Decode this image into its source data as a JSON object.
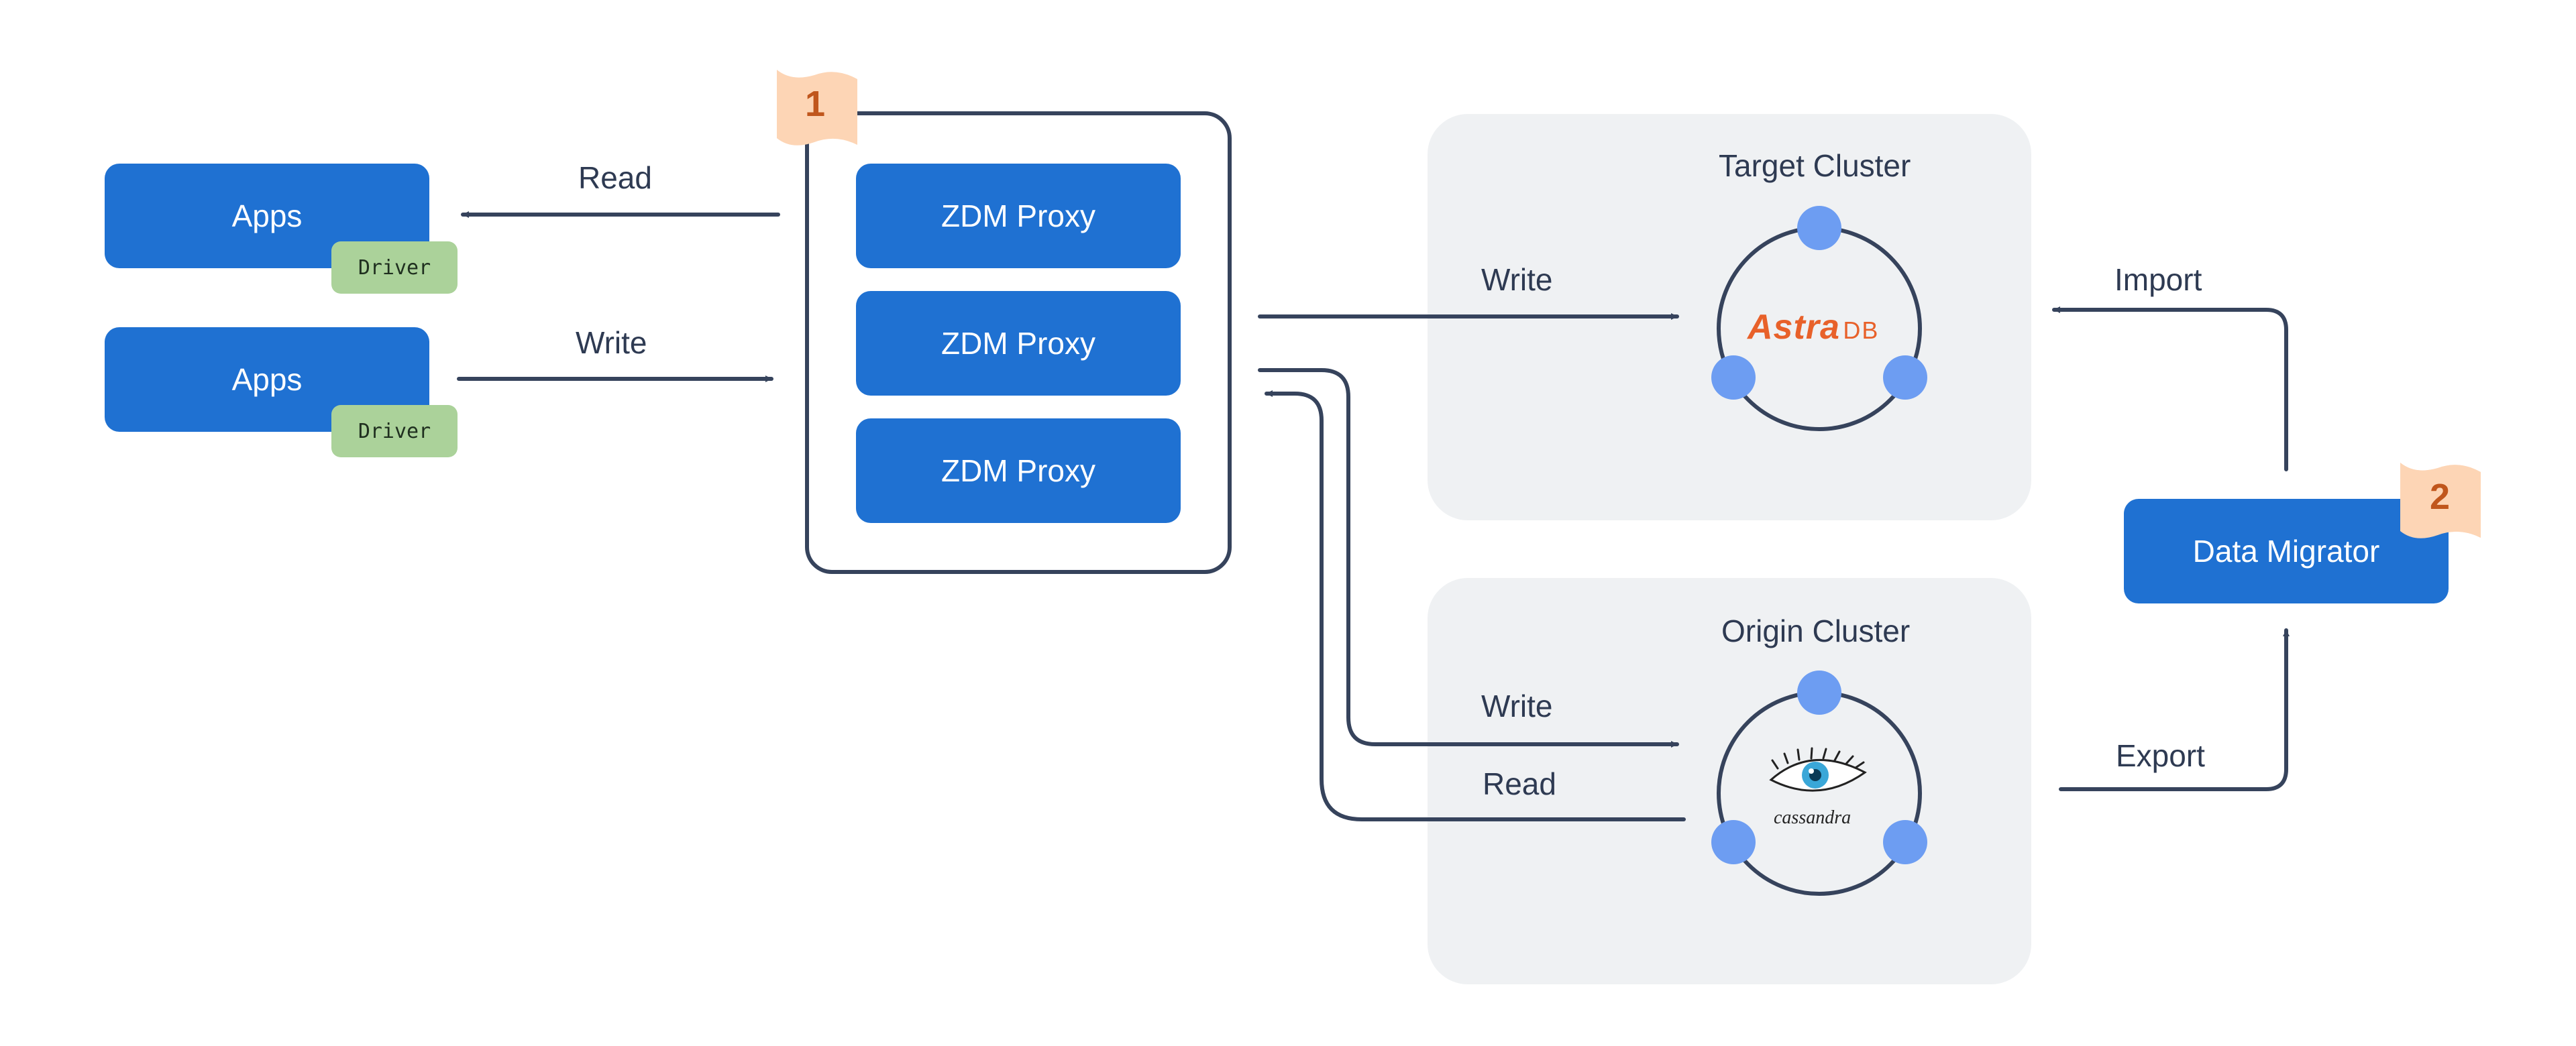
{
  "apps": [
    {
      "label": "Apps",
      "driver": "Driver"
    },
    {
      "label": "Apps",
      "driver": "Driver"
    }
  ],
  "proxies": [
    "ZDM Proxy",
    "ZDM Proxy",
    "ZDM Proxy"
  ],
  "badges": {
    "proxy": "1",
    "migrator": "2"
  },
  "clusters": {
    "target": {
      "title": "Target Cluster",
      "logo_main": "Astra",
      "logo_sub": "DB"
    },
    "origin": {
      "title": "Origin Cluster",
      "logo_text": "cassandra"
    }
  },
  "data_migrator": {
    "label": "Data Migrator"
  },
  "arrow_labels": {
    "apps_read": "Read",
    "apps_write": "Write",
    "target_write": "Write",
    "origin_write": "Write",
    "origin_read": "Read",
    "import": "Import",
    "export": "Export"
  },
  "colors": {
    "app_box": "#1f71d2",
    "driver": "#abd29a",
    "node": "#6d9df2",
    "line": "#36435c",
    "cluster_bg": "#eff1f3",
    "badge": "#fdd5b5",
    "astra": "#e8612a"
  },
  "icons": [
    "flag-badge-icon",
    "cluster-ring-icon",
    "cassandra-eye-icon"
  ]
}
